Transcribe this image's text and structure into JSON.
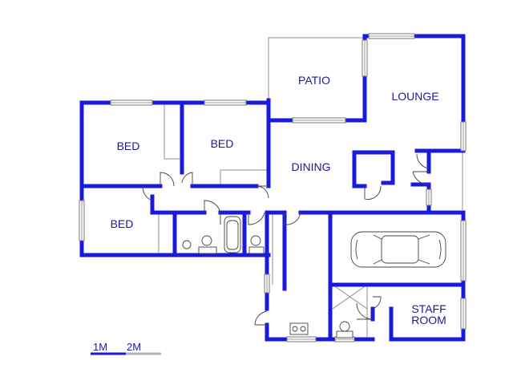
{
  "rooms": [
    {
      "id": "patio",
      "label": "PATIO"
    },
    {
      "id": "lounge",
      "label": "LOUNGE"
    },
    {
      "id": "bed1",
      "label": "BED"
    },
    {
      "id": "bed2",
      "label": "BED"
    },
    {
      "id": "dining",
      "label": "DINING"
    },
    {
      "id": "bed3",
      "label": "BED"
    },
    {
      "id": "staff1",
      "label": "STAFF"
    },
    {
      "id": "staff2",
      "label": "ROOM"
    }
  ],
  "scale_bar": {
    "label_1": "1M",
    "label_2": "2M"
  },
  "colors": {
    "wall": "#1a1adc",
    "label": "#1a1a9a",
    "scale_dark": "#1a1adc",
    "scale_light": "#b4b4b4"
  }
}
